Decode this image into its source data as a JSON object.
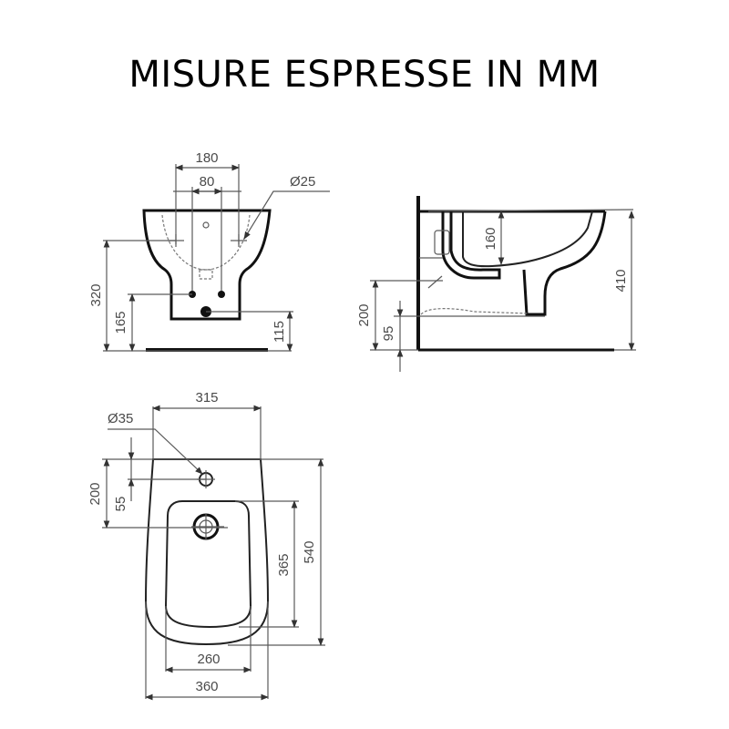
{
  "title": "MISURE ESPRESSE IN MM",
  "front_view": {
    "dim_top_outer": "180",
    "dim_top_inner": "80",
    "dim_diameter": "Ø25",
    "dim_height_total": "320",
    "dim_height_inlets": "165",
    "dim_height_outlet": "115"
  },
  "side_view": {
    "dim_bowl_depth": "160",
    "dim_total_height": "410",
    "dim_height_200": "200",
    "dim_height_95": "95"
  },
  "top_view": {
    "dim_width_top": "315",
    "dim_diameter": "Ø35",
    "dim_200": "200",
    "dim_55": "55",
    "dim_365": "365",
    "dim_540": "540",
    "dim_260": "260",
    "dim_360": "360"
  },
  "colors": {
    "line": "#111111",
    "dimension": "#4a4a4a",
    "background": "#ffffff"
  }
}
